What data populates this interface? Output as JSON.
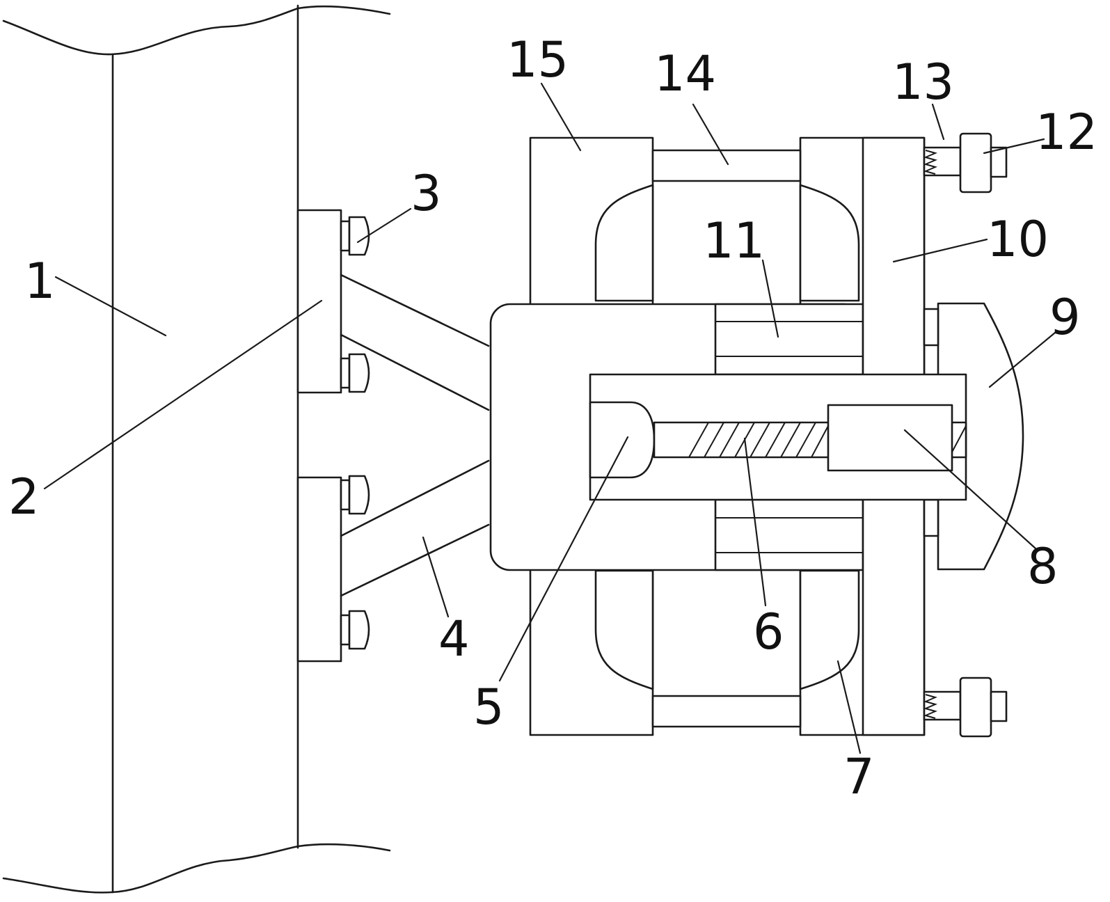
{
  "labels": {
    "l1": "1",
    "l2": "2",
    "l3": "3",
    "l4": "4",
    "l5": "5",
    "l6": "6",
    "l7": "7",
    "l8": "8",
    "l9": "9",
    "l10": "10",
    "l11": "11",
    "l12": "12",
    "l13": "13",
    "l14": "14",
    "l15": "15"
  },
  "colors": {
    "line": "#1a1a1a",
    "background": "#ffffff"
  }
}
